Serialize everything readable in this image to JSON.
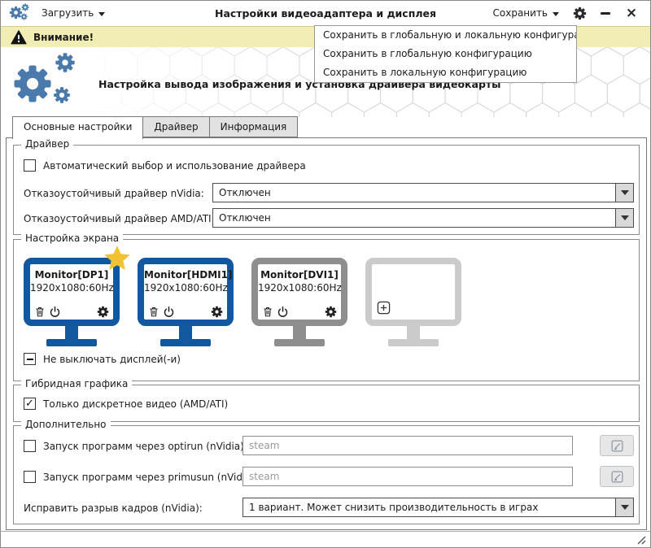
{
  "window": {
    "title": "Настройки видеоадаптера и дисплея",
    "load_button": "Загрузить",
    "save_button": "Сохранить"
  },
  "warning": {
    "text": "Внимание!"
  },
  "save_menu": {
    "items": [
      "Сохранить в глобальную и локальную конфигурацию",
      "Сохранить в глобальную конфигурацию",
      "Сохранить в локальную конфигурацию"
    ]
  },
  "header": {
    "subtitle": "Настройка вывода изображения и установка драйвера видеокарты"
  },
  "tabs": [
    {
      "label": "Основные настройки"
    },
    {
      "label": "Драйвер"
    },
    {
      "label": "Информация"
    }
  ],
  "driver_group": {
    "title": "Драйвер",
    "auto_checkbox_label": "Автоматический выбор и использование драйвера",
    "auto_checked": false,
    "nvidia_label": "Отказоустойчивый драйвер nVidia:",
    "nvidia_value": "Отключен",
    "amd_label": "Отказоустойчивый драйвер AMD/ATI:",
    "amd_value": "Отключен"
  },
  "screen_group": {
    "title": "Настройка экрана",
    "monitors": [
      {
        "name": "Monitor[DP1]",
        "mode": "1920x1080:60Hz",
        "state": "primary",
        "color": "#11589e"
      },
      {
        "name": "Monitor[HDMI1]",
        "mode": "1920x1080:60Hz",
        "state": "active",
        "color": "#11589e"
      },
      {
        "name": "Monitor[DVI1]",
        "mode": "1920x1080:60Hz",
        "state": "inactive",
        "color": "#8e8e8e"
      },
      {
        "name": "",
        "mode": "",
        "state": "empty",
        "color": "#cbcbcb"
      }
    ],
    "keep_on_label": "Не выключать дисплей(-и)",
    "keep_on_state": "indeterminate"
  },
  "hybrid_group": {
    "title": "Гибридная графика",
    "discrete_label": "Только дискретное видео (AMD/ATI)",
    "discrete_checked": true
  },
  "extra_group": {
    "title": "Дополнительно",
    "optirun_label": "Запуск программ через optirun (nVidia):",
    "optirun_placeholder": "steam",
    "optirun_checked": false,
    "primusun_label": "Запуск программ через primusun (nVidia):",
    "primusun_placeholder": "steam",
    "primusun_checked": false,
    "tearing_label": "Исправить разрыв кадров (nVidia):",
    "tearing_value": "1 вариант. Может снизить производительность в играх"
  },
  "colors": {
    "accent_blue": "#4a7aab",
    "monitor_blue": "#11589e",
    "monitor_gray": "#8e8e8e",
    "monitor_light": "#cbcbcb",
    "warning_bg": "#f1edb4",
    "star_gold": "#f2c330"
  }
}
